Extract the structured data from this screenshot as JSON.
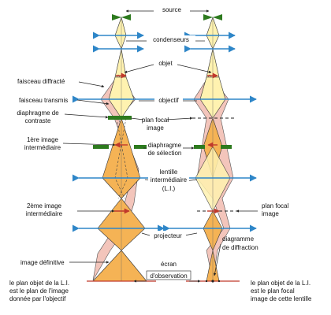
{
  "labels": {
    "source": "source",
    "condenseurs": "condenseurs",
    "objet": "objet",
    "faisceau_diffracte": "faisceau diffracté",
    "faisceau_transmis": "faisceau transmis",
    "objectif": "objectif",
    "diaphragme_contraste_1": "diaphragme de",
    "diaphragme_contraste_2": "contraste",
    "plan_focal_image_1a": "plan focal",
    "plan_focal_image_1b": "image",
    "premiere_image_1": "1ère image",
    "premiere_image_2": "intermédiaire",
    "diaphragme_selection_1": "diaphragme",
    "diaphragme_selection_2": "de sélection",
    "lentille_1": "lentille",
    "lentille_2": "intermédiaire",
    "lentille_3": "(L.I.)",
    "plan_focal_image_2a": "plan focal",
    "plan_focal_image_2b": "image",
    "deuxieme_image_1": "2ème image",
    "deuxieme_image_2": "intermédiaire",
    "projecteur": "projecteur",
    "diagramme_1": "diagramme",
    "diagramme_2": "de diffraction",
    "image_definitive": "image définitive",
    "ecran_1": "écran",
    "ecran_2": "d'observation",
    "note_left_1": "le plan objet de la L.I.",
    "note_left_2": "est le plan de l'image",
    "note_left_3": "donnée par l'objectif",
    "note_right_1": "le plan objet de la L.I.",
    "note_right_2": "est le plan focal",
    "note_right_3": "image de cette lentille"
  },
  "colors": {
    "lens": "#2e86c8",
    "diaphragm": "#2d7a1e",
    "beam_yellow": "#fff2b0",
    "beam_orange": "#f5b355",
    "beam_pink": "#f2bcb0",
    "arrow_red": "#c0392b",
    "line": "#222222"
  }
}
